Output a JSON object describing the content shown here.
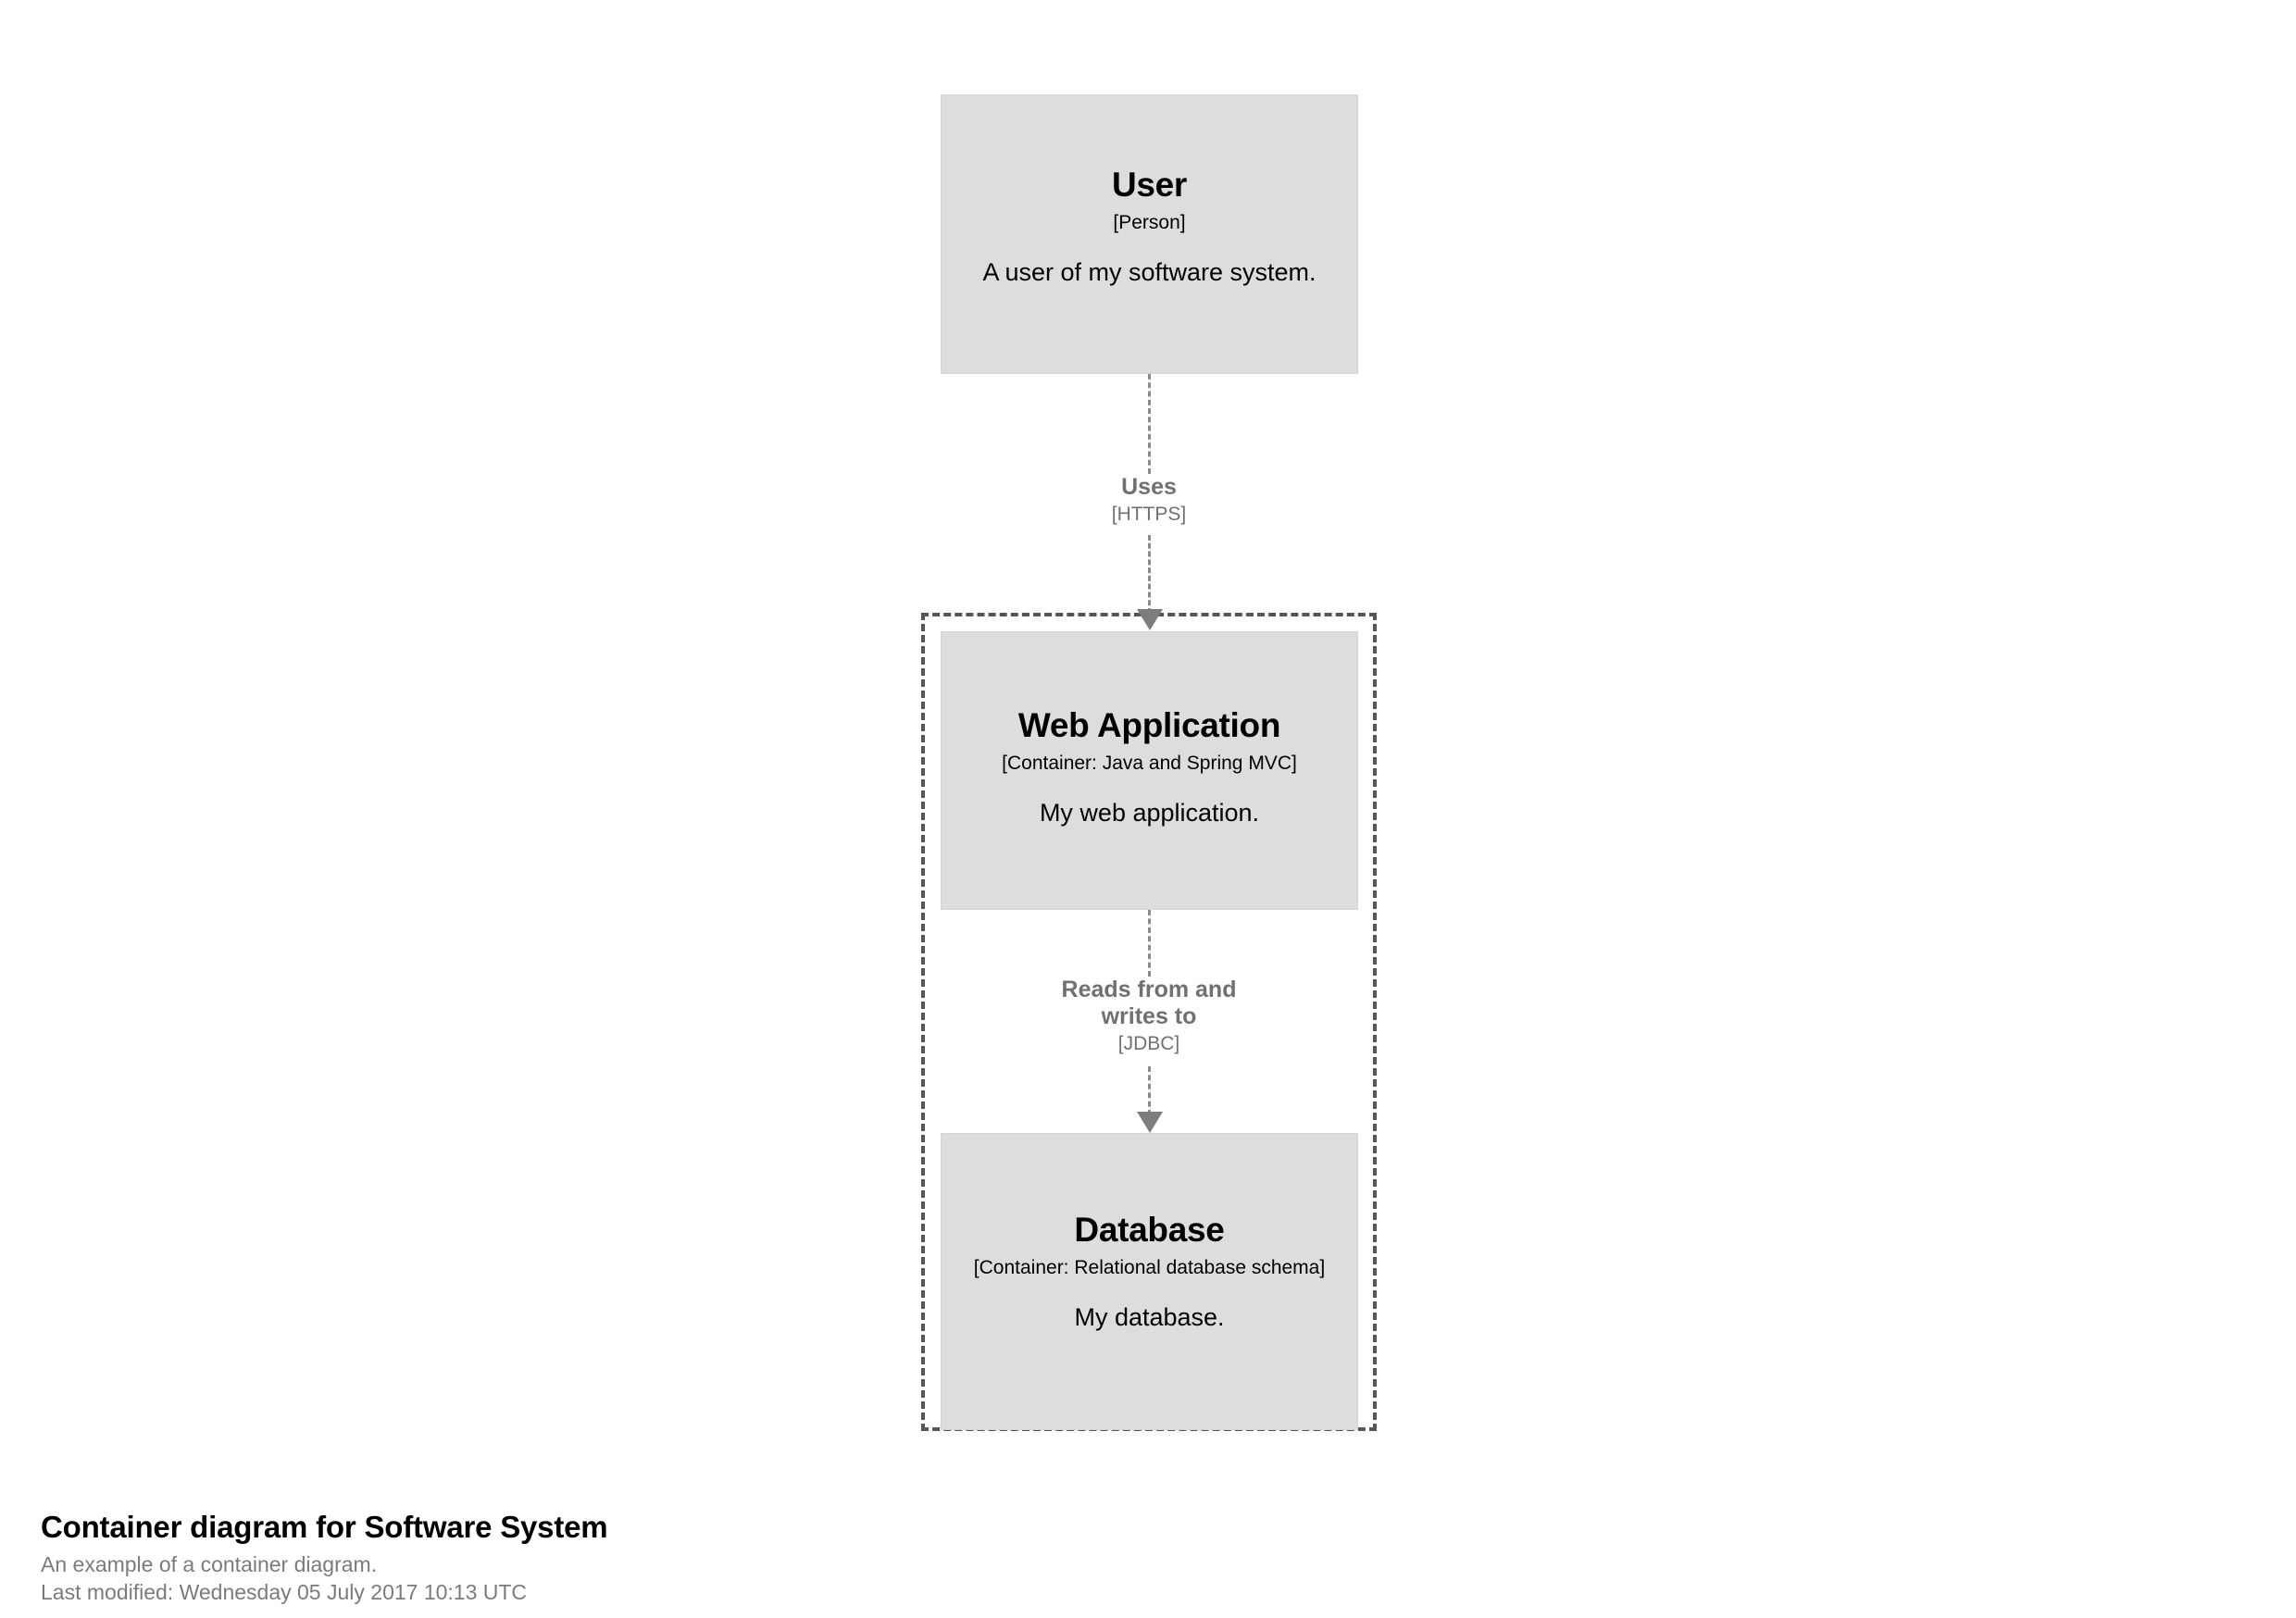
{
  "diagram": {
    "type": "c4-container-diagram",
    "background_color": "#ffffff",
    "element_fill_color": "#dddddd",
    "element_text_color": "#000000",
    "relationship_color": "#707070",
    "boundary_color": "#555555",
    "elements": [
      {
        "id": "user",
        "name": "User",
        "technology": "[Person]",
        "description": "A user of my software system."
      },
      {
        "id": "webapp",
        "name": "Web Application",
        "technology": "[Container: Java and Spring MVC]",
        "description": "My web application."
      },
      {
        "id": "database",
        "name": "Database",
        "technology": "[Container: Relational database schema]",
        "description": "My database."
      }
    ],
    "relationships": [
      {
        "id": "rel1",
        "source": "user",
        "destination": "webapp",
        "description": "Uses",
        "technology": "[HTTPS]"
      },
      {
        "id": "rel2",
        "source": "webapp",
        "destination": "database",
        "description": "Reads from and writes to",
        "technology": "[JDBC]"
      }
    ],
    "boundary": {
      "style": "dashed",
      "label": ""
    }
  },
  "caption": {
    "title": "Container diagram for Software System",
    "description": "An example of a container diagram.",
    "last_modified": "Last modified: Wednesday 05 July 2017 10:13 UTC"
  }
}
